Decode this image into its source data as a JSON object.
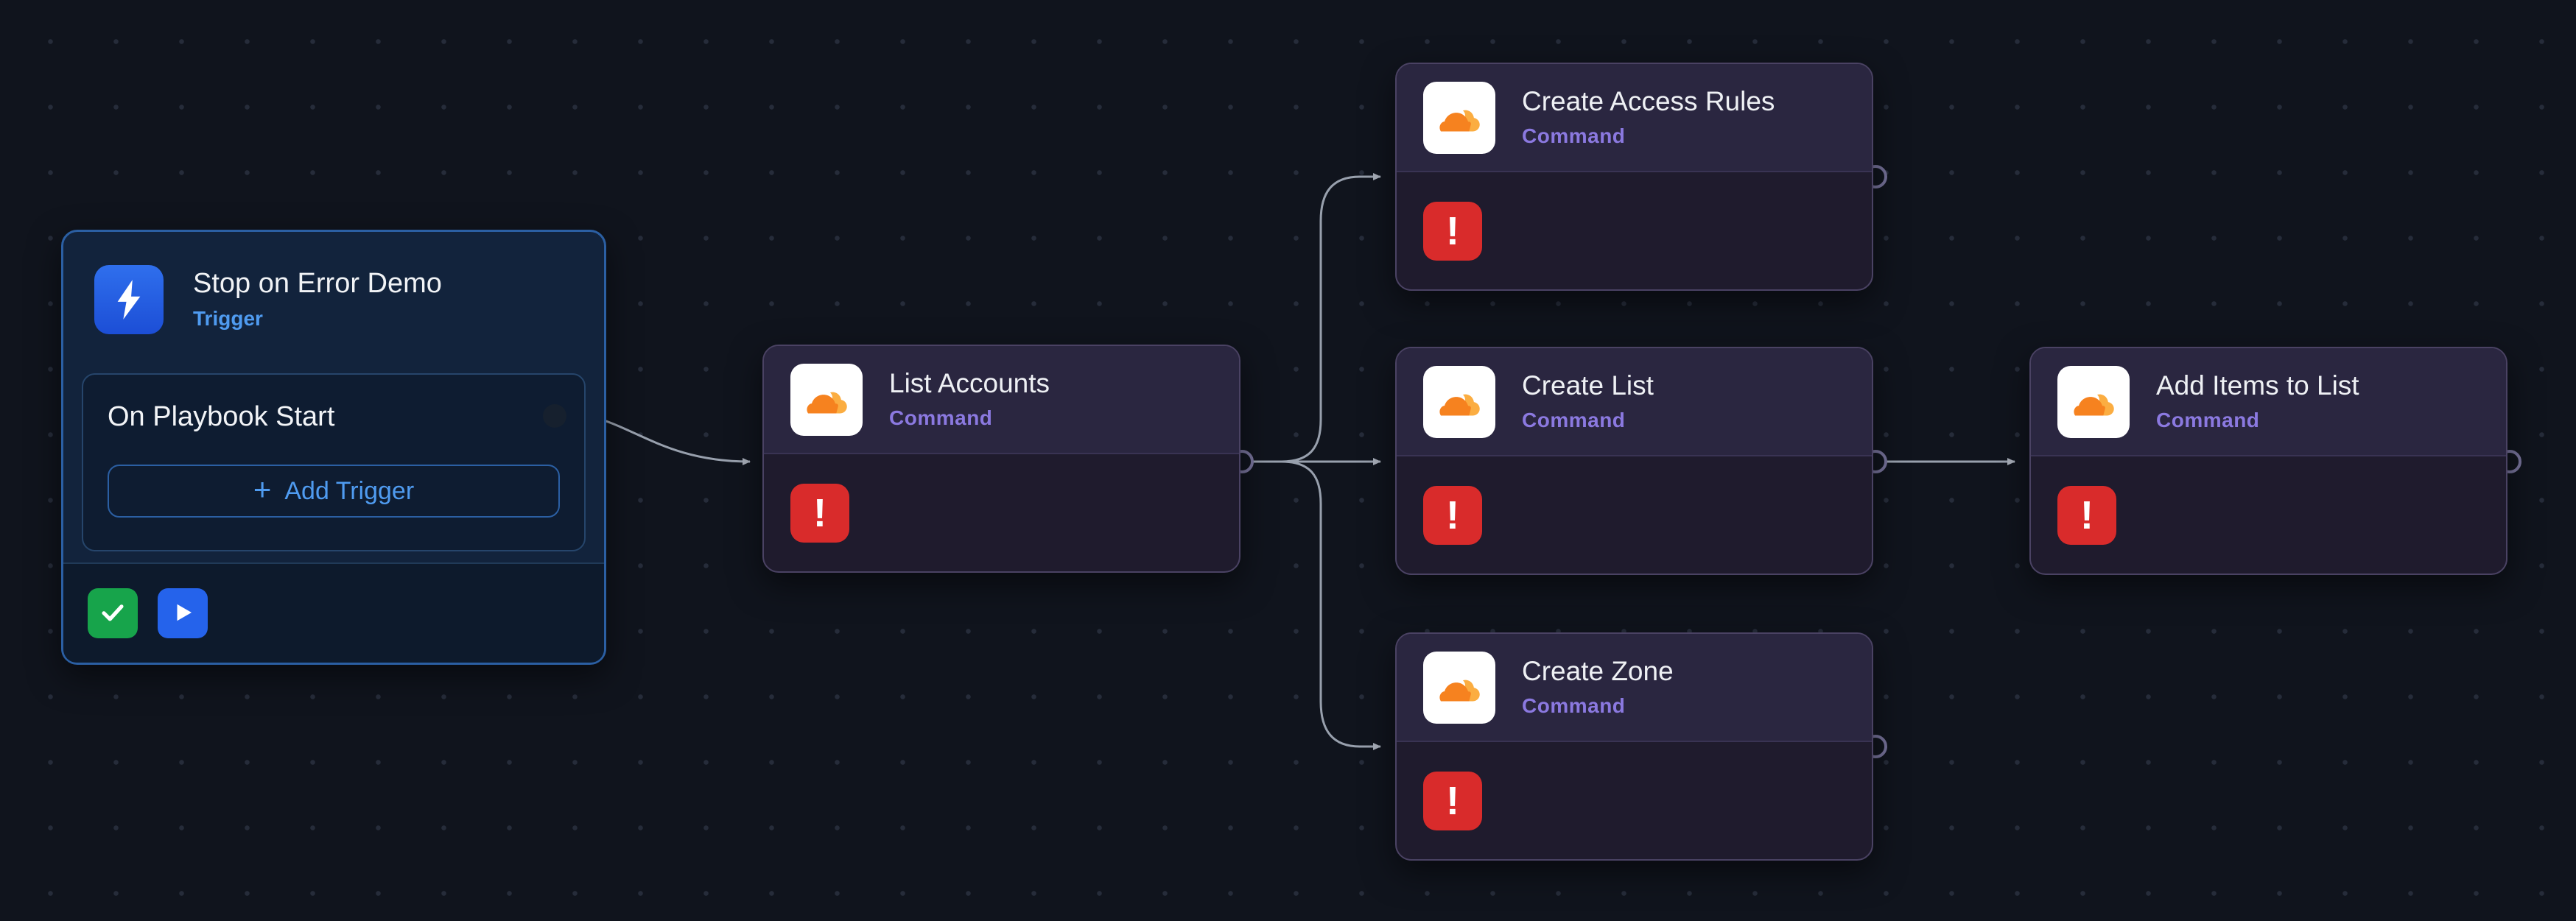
{
  "trigger_node": {
    "title": "Stop on Error Demo",
    "type_label": "Trigger",
    "start_label": "On Playbook Start",
    "add_trigger": {
      "plus": "+",
      "label": "Add Trigger"
    }
  },
  "command_nodes": [
    {
      "title": "List Accounts",
      "type_label": "Command",
      "error_glyph": "!"
    },
    {
      "title": "Create Access Rules",
      "type_label": "Command",
      "error_glyph": "!"
    },
    {
      "title": "Create List",
      "type_label": "Command",
      "error_glyph": "!"
    },
    {
      "title": "Create Zone",
      "type_label": "Command",
      "error_glyph": "!"
    },
    {
      "title": "Add Items to List",
      "type_label": "Command",
      "error_glyph": "!"
    }
  ],
  "colors": {
    "canvas_bg": "#10141d",
    "accent_blue": "#2f6fed",
    "command_purple": "#8b79e0",
    "error_red": "#d92b2b",
    "success_green": "#17a44b",
    "cloudflare_orange": "#f6821f",
    "cloudflare_light_orange": "#fbad41"
  }
}
